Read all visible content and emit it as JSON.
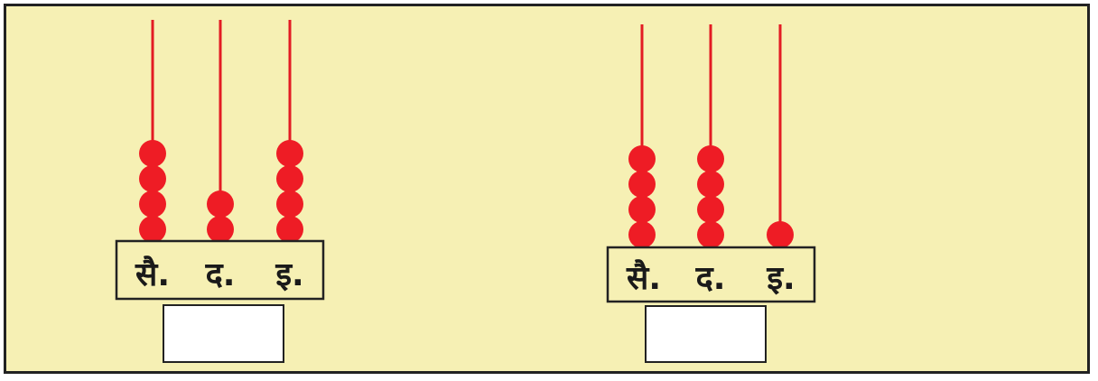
{
  "colors": {
    "background": "#f6f0b4",
    "rod": "#e31b23",
    "bead": "#ee1c25",
    "border": "#222222"
  },
  "place_labels": [
    "सै.",
    "द.",
    "इ."
  ],
  "abacuses": [
    {
      "beads": [
        4,
        2,
        4
      ]
    },
    {
      "beads": [
        4,
        4,
        1
      ]
    }
  ]
}
